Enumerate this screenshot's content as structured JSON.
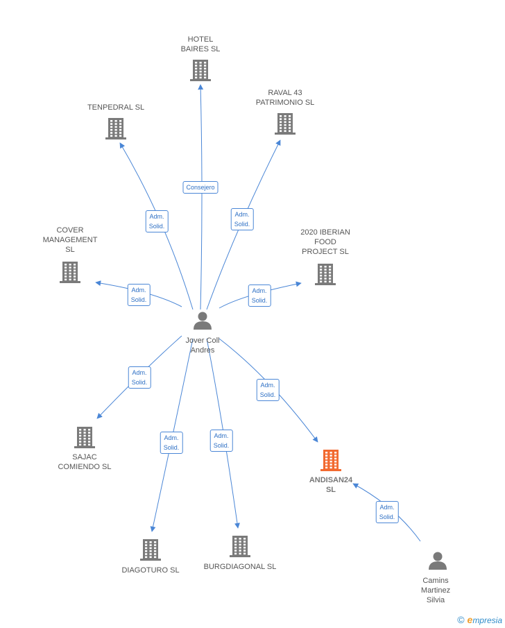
{
  "center_person": {
    "name": "Jover Coll\nAndres"
  },
  "companies": [
    {
      "id": "hotel",
      "name": "HOTEL\nBAIRES SL",
      "highlight": false
    },
    {
      "id": "tenpedral",
      "name": "TENPEDRAL  SL",
      "highlight": false
    },
    {
      "id": "raval",
      "name": "RAVAL 43\nPATRIMONIO  SL",
      "highlight": false
    },
    {
      "id": "cover",
      "name": "COVER\nMANAGEMENT\nSL",
      "highlight": false
    },
    {
      "id": "iberian",
      "name": "2020 IBERIAN\nFOOD\nPROJECT  SL",
      "highlight": false
    },
    {
      "id": "sajac",
      "name": "SAJAC\nCOMIENDO  SL",
      "highlight": false
    },
    {
      "id": "diagoturo",
      "name": "DIAGOTURO SL",
      "highlight": false
    },
    {
      "id": "burgdiagonal",
      "name": "BURGDIAGONAL SL",
      "highlight": false
    },
    {
      "id": "andisan",
      "name": "ANDISAN24\nSL",
      "highlight": true
    }
  ],
  "other_person": {
    "name": "Camins\nMartinez\nSilvia"
  },
  "edges": [
    {
      "from": "center",
      "to": "hotel",
      "label": "Consejero"
    },
    {
      "from": "center",
      "to": "tenpedral",
      "label": "Adm.\nSolid."
    },
    {
      "from": "center",
      "to": "raval",
      "label": "Adm.\nSolid."
    },
    {
      "from": "center",
      "to": "cover",
      "label": "Adm.\nSolid."
    },
    {
      "from": "center",
      "to": "iberian",
      "label": "Adm.\nSolid."
    },
    {
      "from": "center",
      "to": "sajac",
      "label": "Adm.\nSolid."
    },
    {
      "from": "center",
      "to": "diagoturo",
      "label": "Adm.\nSolid."
    },
    {
      "from": "center",
      "to": "burgdiagonal",
      "label": "Adm.\nSolid."
    },
    {
      "from": "center",
      "to": "andisan",
      "label": "Adm.\nSolid."
    },
    {
      "from": "other",
      "to": "andisan",
      "label": "Adm.\nSolid."
    }
  ],
  "colors": {
    "edge": "#4a86d6",
    "building": "#7a7a7a",
    "highlight": "#f26a30",
    "person": "#7a7a7a"
  },
  "brand": {
    "copyright": "©",
    "initial": "e",
    "rest": "mpresia"
  }
}
